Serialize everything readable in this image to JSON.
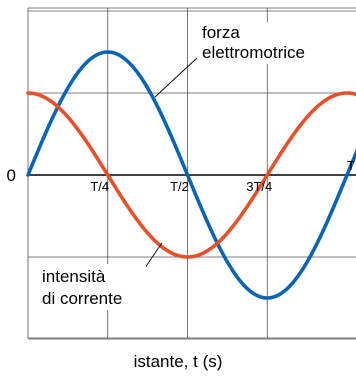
{
  "chart_data": {
    "type": "line",
    "title": "",
    "xlabel": "istante, t (s)",
    "ylabel": "",
    "x_ticks": [
      "T/4",
      "T/2",
      "3T/4",
      "T"
    ],
    "y_zero_label": "0",
    "xlim": [
      0,
      1.07
    ],
    "ylim": [
      -1.95,
      1.95
    ],
    "grid": true,
    "legend": "none",
    "series": [
      {
        "name": "forza elettromotrice",
        "color": "#0a64b4",
        "x": [
          0,
          0.0625,
          0.125,
          0.1875,
          0.25,
          0.3125,
          0.375,
          0.4375,
          0.5,
          0.5625,
          0.625,
          0.6875,
          0.75,
          0.8125,
          0.875,
          0.9375,
          1.0,
          1.07
        ],
        "y": [
          0,
          0.57,
          1.06,
          1.39,
          1.5,
          1.39,
          1.06,
          0.57,
          0,
          -0.57,
          -1.06,
          -1.39,
          -1.5,
          -1.39,
          -1.06,
          -0.57,
          0,
          0.64
        ]
      },
      {
        "name": "intensità di corrente",
        "color": "#e8502a",
        "x": [
          0,
          0.0625,
          0.125,
          0.1875,
          0.25,
          0.3125,
          0.375,
          0.4375,
          0.5,
          0.5625,
          0.625,
          0.6875,
          0.75,
          0.8125,
          0.875,
          0.9375,
          1.0,
          1.07
        ],
        "y": [
          1.0,
          0.92,
          0.71,
          0.38,
          0,
          -0.38,
          -0.71,
          -0.92,
          -1.0,
          -0.92,
          -0.71,
          -0.38,
          0,
          0.38,
          0.71,
          0.92,
          1.0,
          0.9
        ]
      }
    ],
    "annotations": [
      {
        "series": 0,
        "lines": [
          "forza",
          "elettromotrice"
        ]
      },
      {
        "series": 1,
        "lines": [
          "intensità",
          "di corrente"
        ]
      }
    ]
  }
}
